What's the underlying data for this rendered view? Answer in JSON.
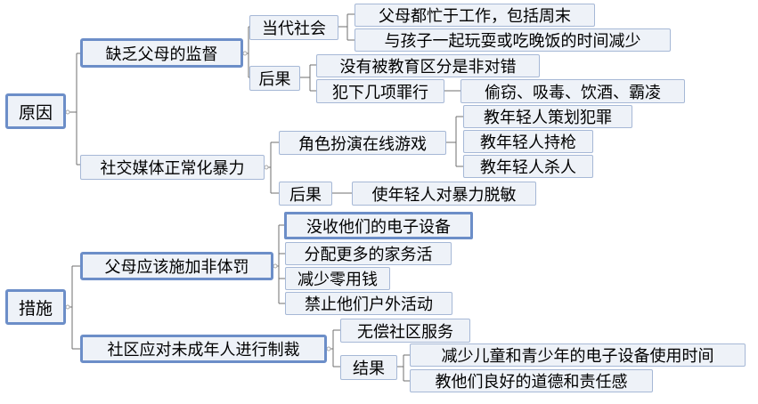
{
  "roots": {
    "causes": "原因",
    "measures": "措施"
  },
  "causes": {
    "lack_supervision": {
      "label": "缺乏父母的监督",
      "contemporary": {
        "label": "当代社会",
        "items": [
          "父母都忙于工作，包括周末",
          "与孩子一起玩耍或吃晚饭的时间减少"
        ]
      },
      "consequences": {
        "label": "后果",
        "no_distinction": "没有被教育区分是非对错",
        "crimes": {
          "label": "犯下几项罪行",
          "detail": "偷窃、吸毒、饮酒、霸凌"
        }
      }
    },
    "social_media": {
      "label": "社交媒体正常化暴力",
      "roleplay": {
        "label": "角色扮演在线游戏",
        "items": [
          "教年轻人策划犯罪",
          "教年轻人持枪",
          "教年轻人杀人"
        ]
      },
      "consequences": {
        "label": "后果",
        "detail": "使年轻人对暴力脱敏"
      }
    }
  },
  "measures": {
    "parents": {
      "label": "父母应该施加非体罚",
      "items": [
        "没收他们的电子设备",
        "分配更多的家务活",
        "减少零用钱",
        "禁止他们户外活动"
      ]
    },
    "community": {
      "label": "社区应对未成年人进行制裁",
      "service": "无偿社区服务",
      "results": {
        "label": "结果",
        "items": [
          "减少儿童和青少年的电子设备使用时间",
          "教他们良好的道德和责任感"
        ]
      }
    }
  },
  "colors": {
    "connector": "#6f6f6f",
    "node_fill": "#eef2f8",
    "main_border": "#6c8ec8",
    "sub_border": "#a6b8d6"
  }
}
